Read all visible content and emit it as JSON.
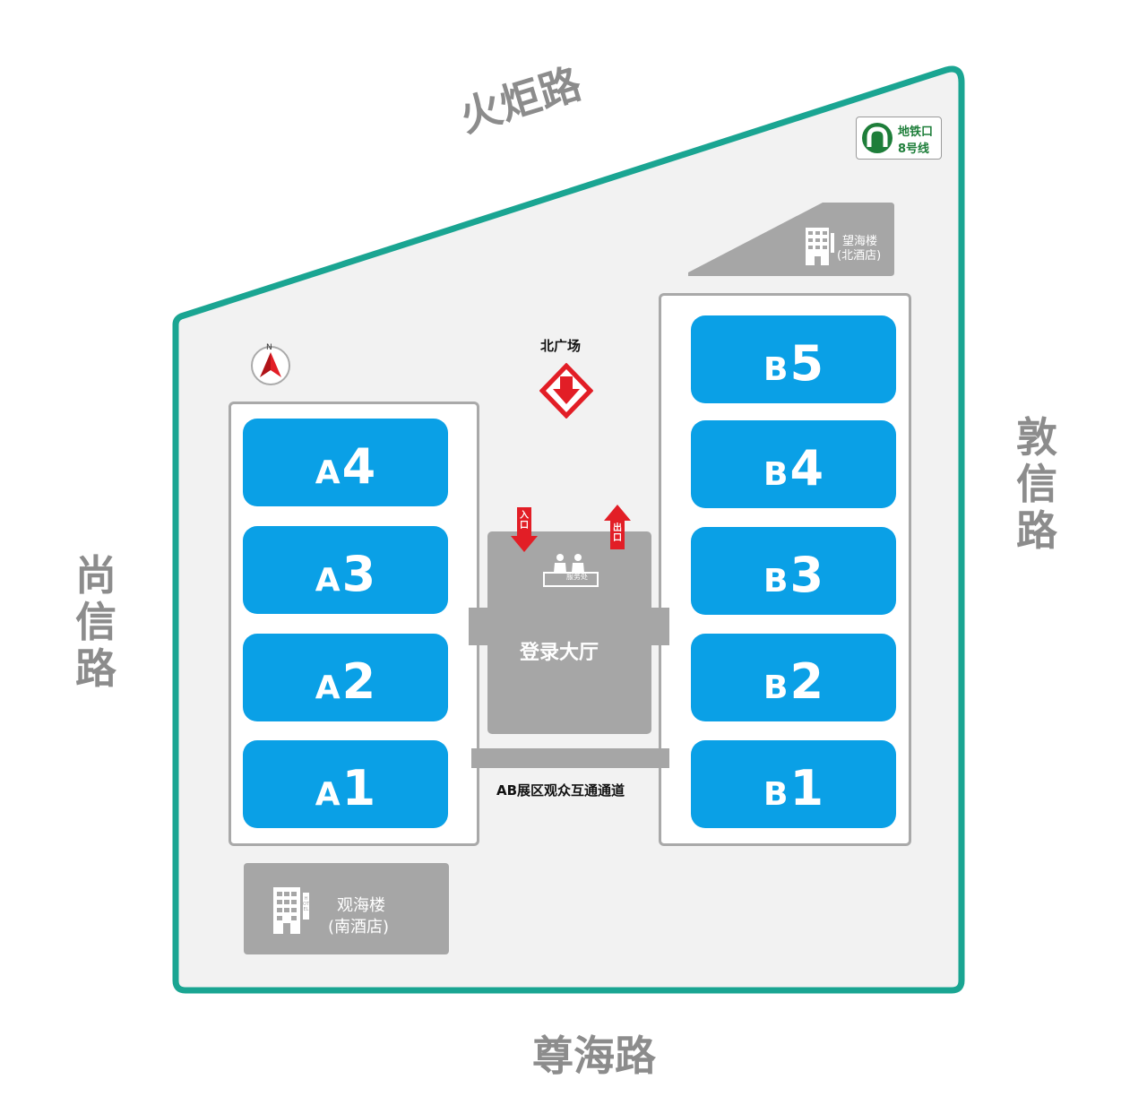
{
  "roads": {
    "north": "火炬路",
    "east": "敦信路",
    "west": "尚信路",
    "south": "尊海路"
  },
  "metro": {
    "line1": "地铁口",
    "line2": "8号线",
    "accent": "#1e7e3a"
  },
  "north_plaza": "北广场",
  "lobby": {
    "name": "登录大厅",
    "entrance": "入口",
    "exit": "出口",
    "service_desk": "服务处"
  },
  "corridor": "AB展区观众互通通道",
  "hotels": {
    "north": {
      "line1": "望海楼",
      "line2": "(北酒店)"
    },
    "south": {
      "line1": "观海楼",
      "line2": "(南酒店)",
      "sign": "HOTEL"
    }
  },
  "compass": "N",
  "halls_a": [
    {
      "letter": "A",
      "number": "4"
    },
    {
      "letter": "A",
      "number": "3"
    },
    {
      "letter": "A",
      "number": "2"
    },
    {
      "letter": "A",
      "number": "1"
    }
  ],
  "halls_b": [
    {
      "letter": "B",
      "number": "5"
    },
    {
      "letter": "B",
      "number": "4"
    },
    {
      "letter": "B",
      "number": "3"
    },
    {
      "letter": "B",
      "number": "2"
    },
    {
      "letter": "B",
      "number": "1"
    }
  ],
  "colors": {
    "boundary": "#1aa592",
    "hall": "#0aa0e6",
    "building": "#a6a6a6",
    "road": "#8c8c8c",
    "arrow": "#e21e26"
  }
}
